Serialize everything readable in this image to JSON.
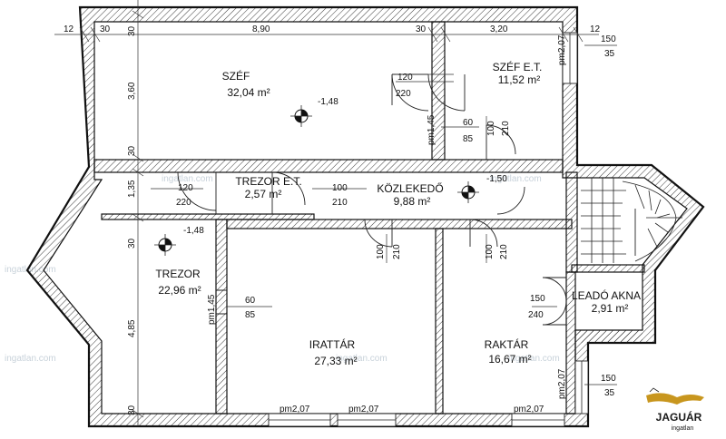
{
  "rooms": {
    "szef": {
      "name": "SZÉF",
      "area": "32,04 m²"
    },
    "szef_et": {
      "name": "SZÉF E.T.",
      "area": "11,52 m²"
    },
    "trezor_et": {
      "name": "TREZOR E.T.",
      "area": "2,57 m²"
    },
    "kozlekedo": {
      "name": "KÖZLEKEDŐ",
      "area": "9,88 m²"
    },
    "trezor": {
      "name": "TREZOR",
      "area": "22,96 m²"
    },
    "irattar": {
      "name": "IRATTÁR",
      "area": "27,33 m²"
    },
    "raktar": {
      "name": "RAKTÁR",
      "area": "16,67 m²"
    },
    "leado_akna": {
      "name": "LEADÓ AKNA",
      "area": "2,91 m²"
    }
  },
  "levels": {
    "szef": "-1,48",
    "trezor": "-1,48",
    "kozlekedo": "-1,50"
  },
  "dims": {
    "top_12_left": "12",
    "top_30_a": "30",
    "top_890": "8,90",
    "top_30_b": "30",
    "top_320": "3,20",
    "top_12_right": "12",
    "left_30_top": "30",
    "left_360": "3,60",
    "left_30_mid": "30",
    "left_135": "1,35",
    "left_30_b": "30",
    "left_485": "4,85",
    "left_30_bot": "30"
  },
  "openings": {
    "d1_w": "120",
    "d1_h": "220",
    "d2_w": "60",
    "d2_h": "85",
    "d3_w": "100",
    "d3_h": "210",
    "d4_w": "120",
    "d4_h": "220",
    "d5_w": "100",
    "d5_h": "210",
    "d6_w": "100",
    "d6_h": "210",
    "d7_w": "100",
    "d7_h": "210",
    "d8_w": "60",
    "d8_h": "85",
    "d9_w": "150",
    "d9_h": "240",
    "w1_w": "150",
    "w1_h": "35",
    "w2_w": "150",
    "w2_h": "35",
    "pm_145_a": "pm1,45",
    "pm_145_b": "pm1,45",
    "pm_207_a": "pm2,07",
    "pm_207_b": "pm2,07",
    "pm_207_c": "pm2,07",
    "pm_207_d": "pm2,07",
    "pm_207_e": "pm2,07"
  },
  "watermarks": {
    "wm1": "ingatlan.com",
    "wm2": "ingatlan.com",
    "wm3": "ingatlan.com",
    "wm4": "ingatlan.com",
    "wm5": "ingatlan.com",
    "wm6": "ingatlan.com"
  },
  "logo": {
    "name": "JAGUÁR",
    "sub": "ingatlan"
  },
  "colors": {
    "ink": "#111111",
    "logo_gold": "#c8961e",
    "logo_dark": "#1a1a1a",
    "watermark": "#c8d2da"
  }
}
